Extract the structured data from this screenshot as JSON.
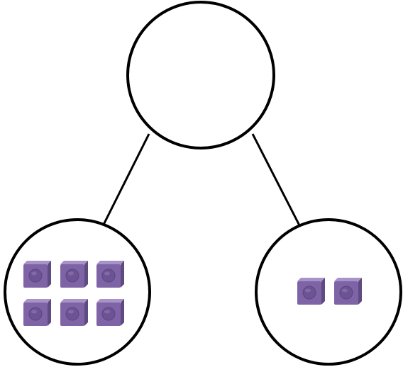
{
  "diagram": {
    "type": "number-bond",
    "whole": {
      "value": ""
    },
    "parts": [
      {
        "label": "left-part",
        "cube_count": 6
      },
      {
        "label": "right-part",
        "cube_count": 2
      }
    ]
  },
  "colors": {
    "outline": "#000000",
    "background": "#ffffff",
    "cube_front": "#7e64a6",
    "cube_top": "#a893c8",
    "cube_side": "#5f4a82",
    "cube_knob": "#6c5494"
  },
  "icons": {
    "cube": "linking-cube-icon"
  }
}
